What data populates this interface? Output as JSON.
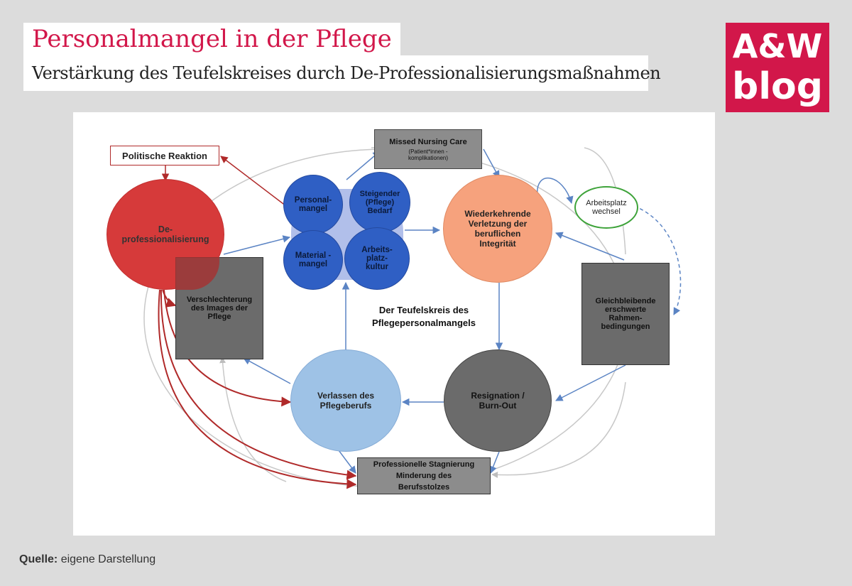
{
  "header": {
    "title": "Personalmangel in der Pflege",
    "subtitle": "Verstärkung des Teufelskreises durch De-Professionalisierungsmaßnahmen"
  },
  "logo": {
    "line1": "A&W",
    "line2": "blog"
  },
  "diagram": {
    "center_label": "Der Teufelskreis des Pflegepersonalmangels",
    "nodes": {
      "politische_reaktion": "Politische Reaktion",
      "deprofessionalisierung": "De-professionalisierung",
      "missed_nursing_care": "Missed Nursing Care",
      "missed_nursing_care_sub": "(Patient*innen -komplikationen)",
      "personalmangel": "Personal-mangel",
      "steigender_bedarf": "Steigender (Pflege) Bedarf",
      "materialmangel": "Material -mangel",
      "arbeitsplatzkultur": "Arbeits-platz-kultur",
      "verletzung": "Wiederkehrende Verletzung der beruflichen Integrität",
      "arbeitsplatzwechsel": "Arbeitsplatz wechsel",
      "rahmenbedingungen": "Gleichbleibende erschwerte Rahmen-bedingungen",
      "image": "Verschlechterung des Images der Pflege",
      "verlassen": "Verlassen des Pflegeberufs",
      "burnout": "Resignation / Burn-Out",
      "stagnierung": "Professionelle Stagnierung Minderung des Berufsstolzes"
    },
    "colors": {
      "red": "#d63a3a",
      "dark_blue": "#2f5fc4",
      "orange": "#f6a27d",
      "light_blue": "#9ec2e6",
      "dark_gray": "#6b6b6b",
      "box_gray": "#8c8c8c",
      "green": "#3ea33a",
      "arrow_blue": "#5b84c4",
      "arrow_red": "#b02a2a"
    }
  },
  "source": {
    "label": "Quelle:",
    "text": "eigene Darstellung"
  }
}
